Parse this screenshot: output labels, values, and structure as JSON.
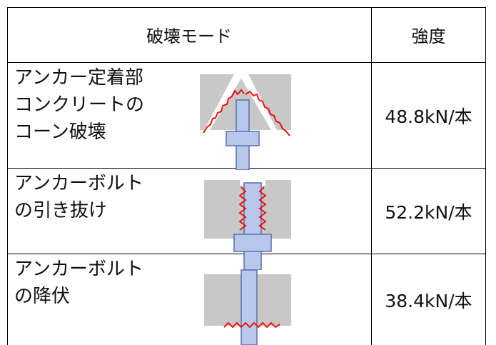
{
  "header": {
    "mode_label": "破壊モード",
    "strength_label": "強度"
  },
  "rows": [
    {
      "mode": "アンカー定着部\nコンクリートの\nコーン破壊",
      "strength": "48.8kN/本",
      "figure_icon": "cone-failure-figure"
    },
    {
      "mode": "アンカーボルト\nの引き抜け",
      "strength": "52.2kN/本",
      "figure_icon": "pullout-figure"
    },
    {
      "mode": "アンカーボルト\nの降伏",
      "strength": "38.4kN/本",
      "figure_icon": "bolt-yield-figure"
    }
  ],
  "colors": {
    "concrete": "#c8c8c8",
    "bolt_fill": "#b8c8ec",
    "bolt_stroke": "#5a6ea8",
    "crack": "#ee1111",
    "grid": "#000000"
  }
}
